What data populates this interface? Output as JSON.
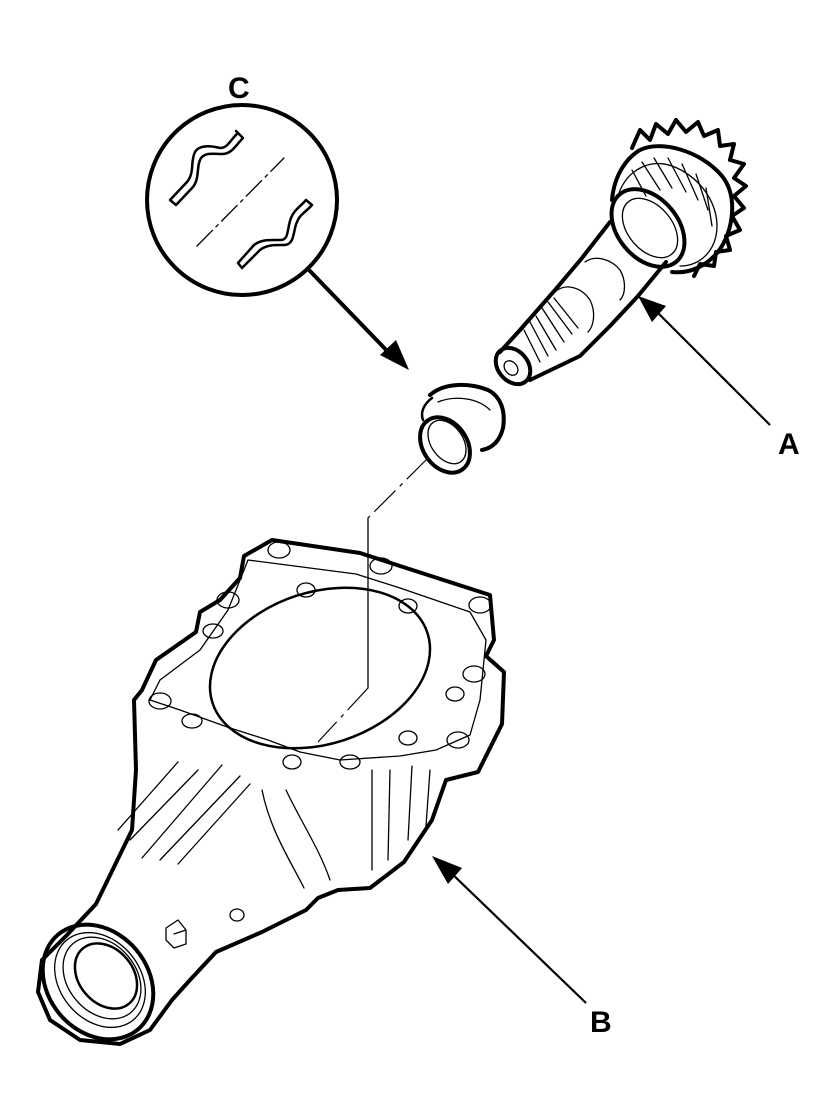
{
  "diagram": {
    "type": "exploded-view line drawing",
    "background": "#ffffff",
    "ink": "#000000",
    "callouts": [
      {
        "id": "A",
        "label": "A",
        "target": "drive pinion shaft with bearing and gear"
      },
      {
        "id": "B",
        "label": "B",
        "target": "differential carrier housing"
      },
      {
        "id": "C",
        "label": "C",
        "target": "detail circle: seal lip cross-section"
      }
    ],
    "parts": {
      "pinion_shaft": "pinion-shaft",
      "seal": "oil-seal",
      "housing": "carrier-housing",
      "detail_circle": "detail-c-circle"
    }
  }
}
